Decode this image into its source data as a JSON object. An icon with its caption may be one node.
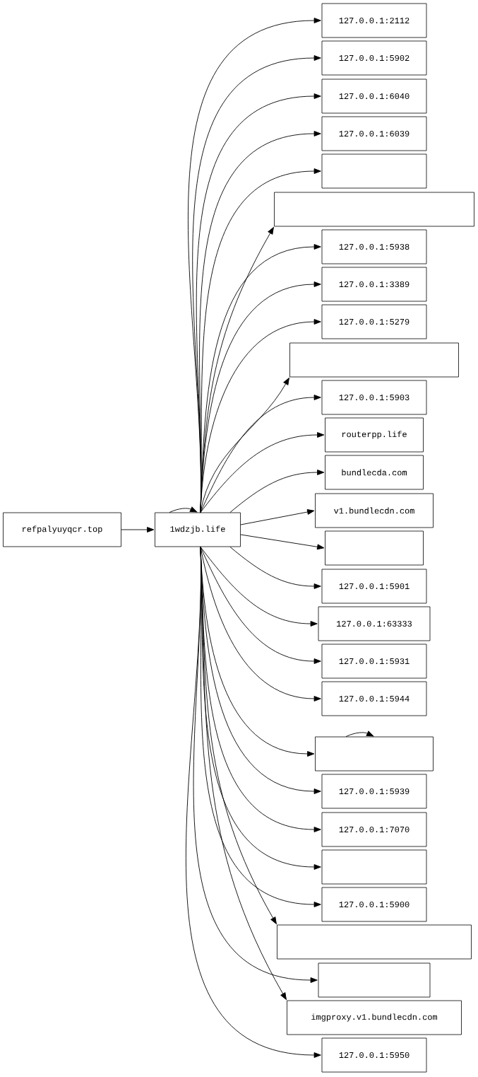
{
  "diagram": {
    "nodes": [
      {
        "text": [
          "refpalyuyqcr.top"
        ]
      },
      {
        "text": [
          "1wdzjb.life"
        ]
      },
      {
        "text": [
          "127.0.0.1:2112"
        ]
      },
      {
        "text": [
          "127.0.0.1:5902"
        ]
      },
      {
        "text": [
          "127.0.0.1:6040"
        ]
      },
      {
        "text": [
          "127.0.0.1:6039"
        ]
      },
      {
        "text": [],
        "shape": "box"
      },
      {
        "text": [],
        "shape": "box"
      },
      {
        "text": [
          "127.0.0.1:5938"
        ]
      },
      {
        "text": [
          "127.0.0.1:3389"
        ]
      },
      {
        "text": [
          "127.0.0.1:5279"
        ]
      },
      {
        "text": [],
        "shape": "box"
      },
      {
        "text": [
          "127.0.0.1:5903"
        ]
      },
      {
        "text": [
          "routerpp.life"
        ]
      },
      {
        "text": [
          "bundlecda.com"
        ]
      },
      {
        "text": [
          "v1.bundlecdn.com"
        ]
      },
      {
        "text": [],
        "shape": "box"
      },
      {
        "text": [
          "127.0.0.1:5901"
        ]
      },
      {
        "text": [
          "127.0.0.1:63333"
        ]
      },
      {
        "text": [
          "127.0.0.1:5931"
        ]
      },
      {
        "text": [
          "127.0.0.1:5944"
        ]
      },
      {
        "text": [],
        "shape": "box"
      },
      {
        "text": [
          "127.0.0.1:5939"
        ]
      },
      {
        "text": [
          "127.0.0.1:7070"
        ]
      },
      {
        "text": [],
        "shape": "box"
      },
      {
        "text": [
          "127.0.0.1:5900"
        ]
      },
      {
        "text": [],
        "shape": "box"
      },
      {
        "text": [],
        "shape": "box"
      },
      {
        "text": [
          "imgproxy.v1.bundlecdn.com"
        ]
      },
      {
        "text": [
          "127.0.0.1:5950"
        ]
      }
    ],
    "edges": [
      {
        "from": 0,
        "to": 1,
        "arrow": "to"
      },
      {
        "from": 1,
        "to": 1,
        "arrow": "to"
      },
      {
        "from": 1,
        "to": 2,
        "arrow": "to"
      },
      {
        "from": 1,
        "to": 3,
        "arrow": "to"
      },
      {
        "from": 1,
        "to": 4,
        "arrow": "to"
      },
      {
        "from": 1,
        "to": 5,
        "arrow": "to"
      },
      {
        "from": 1,
        "to": 6,
        "arrow": "to"
      },
      {
        "from": 1,
        "to": 7,
        "arrow": "to"
      },
      {
        "from": 1,
        "to": 8,
        "arrow": "to"
      },
      {
        "from": 1,
        "to": 9,
        "arrow": "to"
      },
      {
        "from": 1,
        "to": 10,
        "arrow": "to"
      },
      {
        "from": 1,
        "to": 11,
        "arrow": "to"
      },
      {
        "from": 1,
        "to": 12,
        "arrow": "to"
      },
      {
        "from": 1,
        "to": 13,
        "arrow": "to"
      },
      {
        "from": 1,
        "to": 14,
        "arrow": "to"
      },
      {
        "from": 1,
        "to": 15,
        "arrow": "to"
      },
      {
        "from": 1,
        "to": 16,
        "arrow": "to"
      },
      {
        "from": 1,
        "to": 17,
        "arrow": "to"
      },
      {
        "from": 1,
        "to": 18,
        "arrow": "to"
      },
      {
        "from": 1,
        "to": 19,
        "arrow": "to"
      },
      {
        "from": 1,
        "to": 20,
        "arrow": "to"
      },
      {
        "from": 1,
        "to": 21,
        "arrow": "to"
      },
      {
        "from": 21,
        "to": 21,
        "arrow": "to"
      },
      {
        "from": 1,
        "to": 22,
        "arrow": "to"
      },
      {
        "from": 1,
        "to": 23,
        "arrow": "to"
      },
      {
        "from": 1,
        "to": 24,
        "arrow": "to"
      },
      {
        "from": 1,
        "to": 25,
        "arrow": "to"
      },
      {
        "from": 1,
        "to": 26,
        "arrow": "to"
      },
      {
        "from": 1,
        "to": 27,
        "arrow": "to"
      },
      {
        "from": 1,
        "to": 28,
        "arrow": "to"
      },
      {
        "from": 1,
        "to": 29,
        "arrow": "to"
      }
    ]
  }
}
